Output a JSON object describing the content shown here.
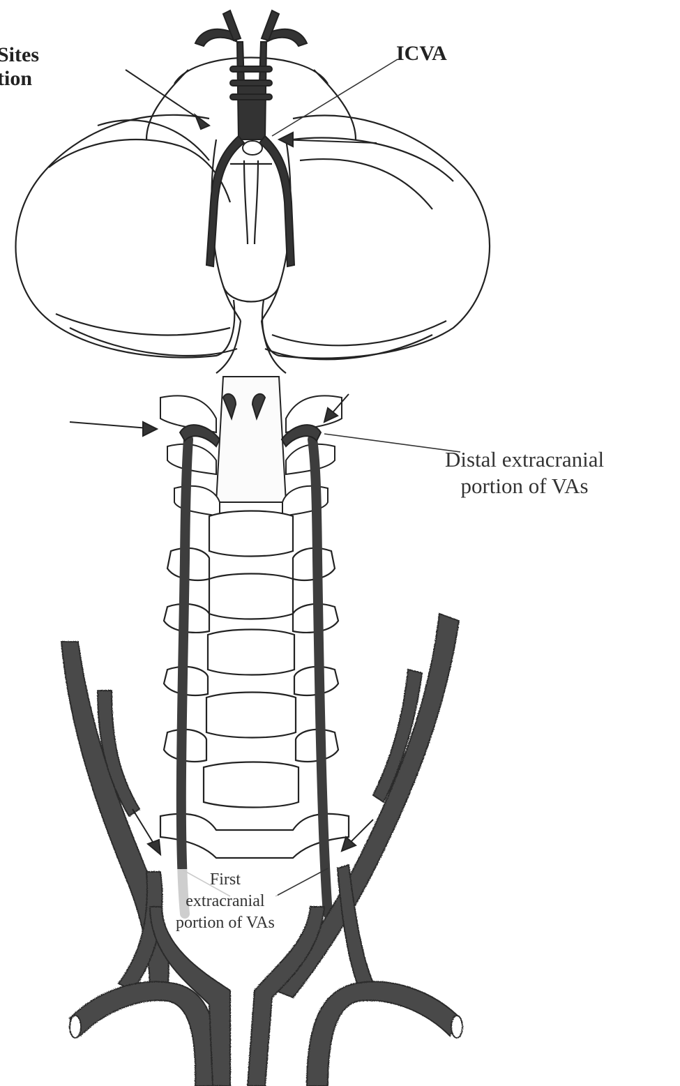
{
  "labels": {
    "sites": [
      "Sites",
      "tion"
    ],
    "icva": "ICVA",
    "distal": [
      "Distal extracranial",
      "portion of VAs"
    ],
    "first": [
      "First",
      "extracranial",
      "portion of VAs"
    ]
  },
  "colors": {
    "vessel": "#444444",
    "outline": "#222222",
    "paper": "#ffffff"
  }
}
